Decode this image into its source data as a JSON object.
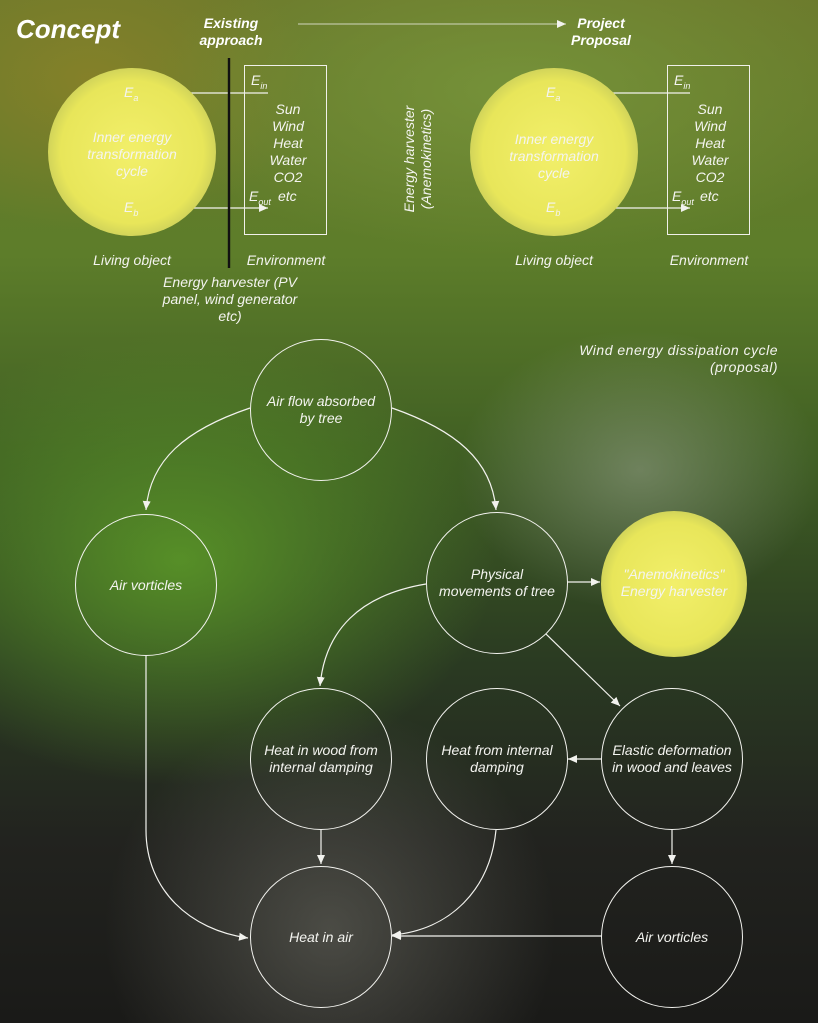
{
  "title": "Concept",
  "header": {
    "existing": "Existing approach",
    "proposal": "Project Proposal"
  },
  "left_cycle": {
    "circle_text": "Inner energy transformation cycle",
    "ea": "E",
    "ea_sub": "a",
    "eb": "E",
    "eb_sub": "b",
    "ein": "E",
    "ein_sub": "in",
    "eout": "E",
    "eout_sub": "out",
    "env_items": [
      "Sun",
      "Wind",
      "Heat",
      "Water",
      "CO2",
      "etc"
    ],
    "living_label": "Living object",
    "env_label": "Environment",
    "harvester_label": "Energy harvester (PV panel, wind generator etc)"
  },
  "middle_label": "Energy harvester (Anemokinetics)",
  "right_cycle": {
    "circle_text": "Inner energy transformation cycle",
    "ea": "E",
    "ea_sub": "a",
    "eb": "E",
    "eb_sub": "b",
    "ein": "E",
    "ein_sub": "in",
    "eout": "E",
    "eout_sub": "out",
    "env_items": [
      "Sun",
      "Wind",
      "Heat",
      "Water",
      "CO2",
      "etc"
    ],
    "living_label": "Living object",
    "env_label": "Environment"
  },
  "dissipation_title": "Wind energy dissipation cycle (proposal)",
  "nodes": {
    "air_flow": "Air flow absorbed by tree",
    "air_vorticles_left": "Air vorticles",
    "physical_movements": "Physical movements of tree",
    "anemokinetics": "\"Anemokinetics\" Energy harvester",
    "heat_wood": "Heat in wood from internal damping",
    "heat_internal": "Heat from internal damping",
    "elastic": "Elastic deformation in wood and leaves",
    "heat_air": "Heat in air",
    "air_vorticles_right": "Air vorticles"
  }
}
